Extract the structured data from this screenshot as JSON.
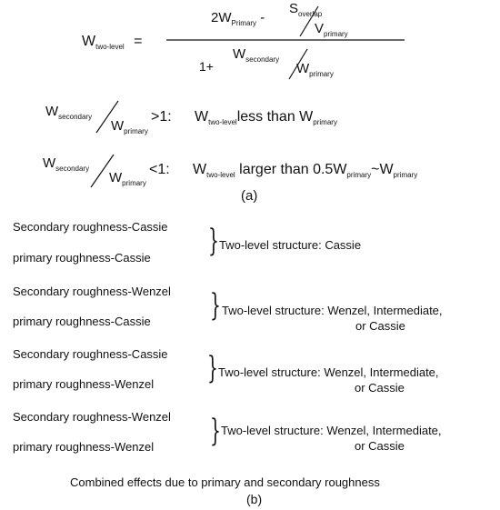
{
  "equation": {
    "lhs_W": "W",
    "lhs_sub": "two-level",
    "equals": "=",
    "num_coef": "2W",
    "num_sub": "Primary",
    "minus": "-",
    "S": "S",
    "S_sub": "overlap",
    "V": "V",
    "V_sub": "primary",
    "den_one": "1+",
    "den_W": "W",
    "den_W_sub": "secondary",
    "den_W2": "W",
    "den_W2_sub": "primary"
  },
  "conditions": [
    {
      "num": "W",
      "num_sub": "secondary",
      "den": "W",
      "den_sub": "primary",
      "op": ">1:",
      "res_W": "W",
      "res_W_sub": "two-level",
      "res_text": "less  than W",
      "res_tail_sub": "primary"
    },
    {
      "num": "W",
      "num_sub": "secondary",
      "den": "W",
      "den_sub": "primary",
      "op": "<1:",
      "res_W": "W",
      "res_W_sub": "two-level",
      "res_text": "larger than 0.5W",
      "res_mid_sub": "primary",
      "res_tilde": "~W",
      "res_tail_sub": "primary"
    }
  ],
  "label_a": "(a)",
  "cases": [
    {
      "secondary": "Secondary roughness-Cassie",
      "primary": "primary roughness-Cassie",
      "result_line1": "Two-level structure: Cassie",
      "result_line2": ""
    },
    {
      "secondary": "Secondary roughness-Wenzel",
      "primary": "primary roughness-Cassie",
      "result_line1": "Two-level structure: Wenzel, Intermediate,",
      "result_line2": "or Cassie"
    },
    {
      "secondary": "Secondary roughness-Cassie",
      "primary": "primary roughness-Wenzel",
      "result_line1": "Two-level structure: Wenzel, Intermediate,",
      "result_line2": "or Cassie"
    },
    {
      "secondary": "Secondary roughness-Wenzel",
      "primary": "primary roughness-Wenzel",
      "result_line1": "Two-level structure: Wenzel, Intermediate,",
      "result_line2": "or Cassie"
    }
  ],
  "caption": "Combined effects due to primary and secondary roughness",
  "label_b": "(b)"
}
